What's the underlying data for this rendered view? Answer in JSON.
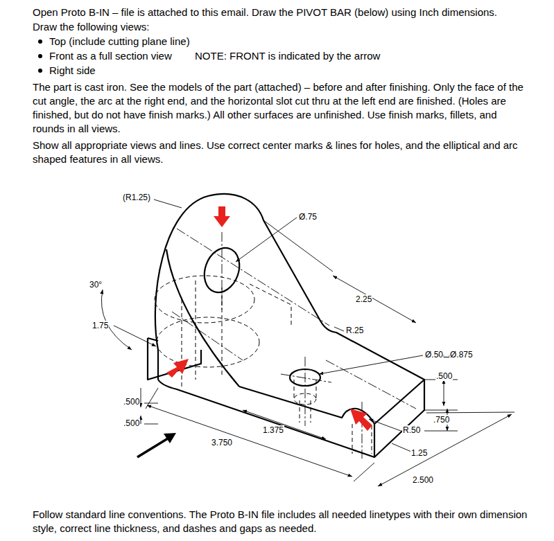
{
  "diagram": {
    "labels": [
      "Open Proto B-IN – file is attached to this email. Draw the PIVOT BAR (below) using Inch dimensions.",
      "Draw the following views:",
      "Top (include cutting plane line)",
      "Front as a full section view",
      "NOTE: FRONT is indicated by the arrow",
      "Right side",
      "The part is cast iron. See the models of the part (attached) – before and after finishing. Only the face of the cut angle, the arc at the right end, and the horizontal slot cut thru at the left end are finished. (Holes are finished, but do not have finish marks.) All other surfaces are unfinished. Use finish marks, fillets, and rounds in all views.",
      "Show all appropriate views and lines. Use correct center marks & lines for holes, and the elliptical and arc shaped features in all views.",
      "(R1.25)",
      "Ø.75",
      "30°",
      "2.25",
      "1.75",
      "R.25",
      "Ø.50⌴Ø.875",
      ".500",
      ".500",
      ".500",
      "1.375",
      ".750",
      "R.50",
      "3.750",
      "1.25",
      "2.500",
      "Follow standard line conventions. The Proto B-IN file includes all needed linetypes with their own dimension style, correct line thickness, and dashes and gaps as needed."
    ]
  }
}
